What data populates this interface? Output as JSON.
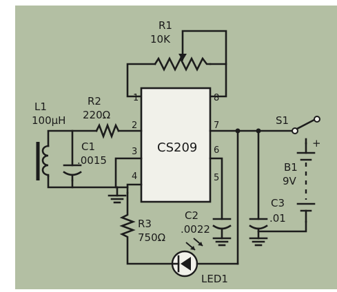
{
  "colors": {
    "background": "#b3bfa3",
    "ink": "#1c1c1c",
    "ic_body": "#f1f1ea",
    "page": "#ffffff"
  },
  "components": {
    "r1": {
      "ref": "R1",
      "value": "10K"
    },
    "r2": {
      "ref": "R2",
      "value": "220Ω"
    },
    "r3": {
      "ref": "R3",
      "value": "750Ω"
    },
    "l1": {
      "ref": "L1",
      "value": "100μH"
    },
    "c1": {
      "ref": "C1",
      "value": ".0015"
    },
    "c2": {
      "ref": "C2",
      "value": ".0022"
    },
    "c3": {
      "ref": "C3",
      "value": ".01"
    },
    "b1": {
      "ref": "B1",
      "value": "9V",
      "plus": "+"
    },
    "s1": {
      "ref": "S1"
    },
    "ic": {
      "label": "CS209"
    },
    "led": {
      "ref": "LED1"
    }
  },
  "pins": [
    "1",
    "2",
    "3",
    "4",
    "5",
    "6",
    "7",
    "8"
  ]
}
